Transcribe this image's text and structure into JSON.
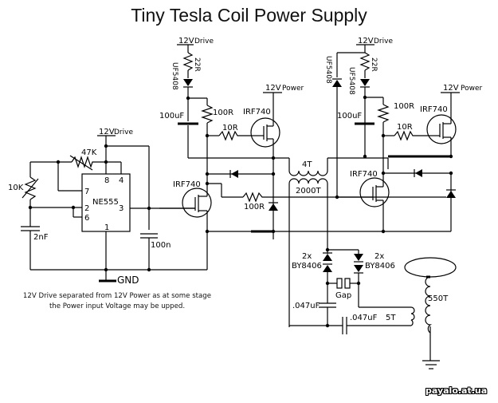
{
  "title": "Tiny Tesla Coil Power Supply",
  "labels": {
    "drive_12v": "12V",
    "drive_word": "Drive",
    "power_word": "Power",
    "r22": "22R",
    "uf5408": "UF5408",
    "r100": "100R",
    "r10": "10R",
    "c100uf": "100uF",
    "irf740": "IRF740",
    "ne555": "NE555",
    "r47k": "47K",
    "r10k": "10K",
    "c2nf": "2nF",
    "c100n": "100n",
    "gnd": "GND",
    "t4": "4T",
    "t2000": "2000T",
    "by_count": "2x",
    "by8406": "BY8406",
    "gap": "Gap",
    "c047": ".047uF",
    "t550": "550T",
    "t5": "5T",
    "pin8": "8",
    "pin4": "4",
    "pin7": "7",
    "pin2": "2",
    "pin6": "6",
    "pin3": "3",
    "pin1": "1"
  },
  "note": "12V Drive separated from 12V Power as at some stage the Power input Voltage may be upped.",
  "watermark": "payalo.at.ua"
}
